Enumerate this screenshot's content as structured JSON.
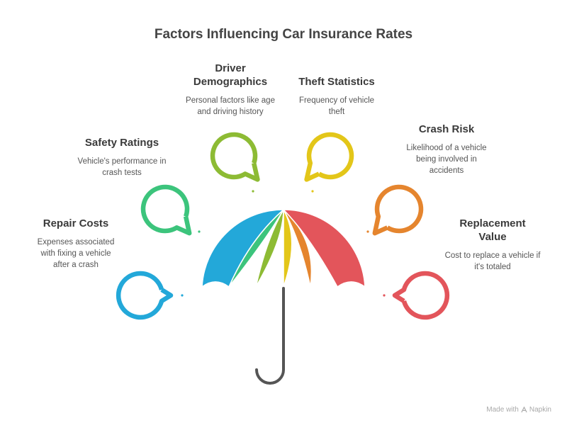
{
  "title": "Factors Influencing Car Insurance Rates",
  "factors": [
    {
      "id": "repair-costs",
      "title": "Repair Costs",
      "description": "Expenses associated with fixing a vehicle after a crash",
      "color": "#23a8d9",
      "icon": "speech-bubble-icon"
    },
    {
      "id": "safety-ratings",
      "title": "Safety Ratings",
      "description": "Vehicle's performance in crash tests",
      "color": "#3cc47c",
      "icon": "speech-bubble-icon"
    },
    {
      "id": "driver-demographics",
      "title": "Driver Demographics",
      "description": "Personal factors like age and driving history",
      "color": "#8dbb34",
      "icon": "speech-bubble-icon"
    },
    {
      "id": "theft-statistics",
      "title": "Theft Statistics",
      "description": "Frequency of vehicle theft",
      "color": "#e3c619",
      "icon": "speech-bubble-icon"
    },
    {
      "id": "crash-risk",
      "title": "Crash Risk",
      "description": "Likelihood of a vehicle being involved in accidents",
      "color": "#e5852e",
      "icon": "speech-bubble-icon"
    },
    {
      "id": "replacement-value",
      "title": "Replacement Value",
      "description": "Cost to replace a vehicle if it's totaled",
      "color": "#e3555b",
      "icon": "speech-bubble-icon"
    }
  ],
  "umbrella": {
    "handle_color": "#555555",
    "icon": "umbrella-icon"
  },
  "watermark": {
    "text": "Made with",
    "brand": "Napkin",
    "icon": "napkin-logo-icon"
  }
}
